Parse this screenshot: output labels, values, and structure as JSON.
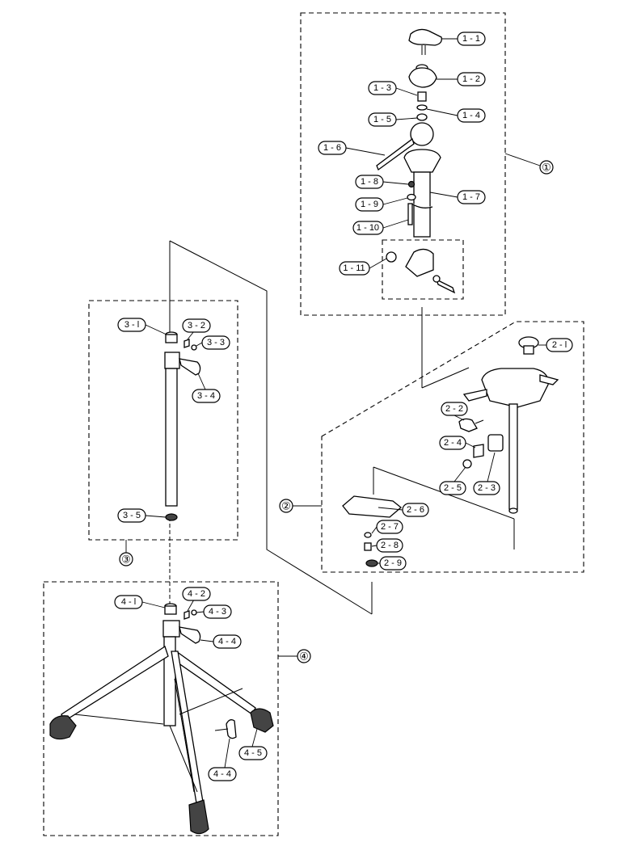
{
  "groups": {
    "g1": {
      "label": "①"
    },
    "g2": {
      "label": "②"
    },
    "g3": {
      "label": "③"
    },
    "g4": {
      "label": "④"
    }
  },
  "parts": {
    "p1_1": "1 - 1",
    "p1_2": "1 - 2",
    "p1_3": "1 - 3",
    "p1_4": "1 - 4",
    "p1_5": "1 - 5",
    "p1_6": "1 - 6",
    "p1_7": "1 - 7",
    "p1_8": "1 - 8",
    "p1_9": "1 - 9",
    "p1_10": "1 - 10",
    "p1_11": "1 - 11",
    "p2_1": "2 - l",
    "p2_2": "2 - 2",
    "p2_3": "2 - 3",
    "p2_4": "2 - 4",
    "p2_5": "2 - 5",
    "p2_6": "2 - 6",
    "p2_7": "2 - 7",
    "p2_8": "2 - 8",
    "p2_9": "2 - 9",
    "p3_1": "3 - l",
    "p3_2": "3 - 2",
    "p3_3": "3 - 3",
    "p3_4": "3 - 4",
    "p3_5": "3 - 5",
    "p4_1": "4 - l",
    "p4_2": "4 - 2",
    "p4_3": "4 - 3",
    "p4_4a": "4 - 4",
    "p4_4b": "4 - 4",
    "p4_5": "4 - 5"
  }
}
